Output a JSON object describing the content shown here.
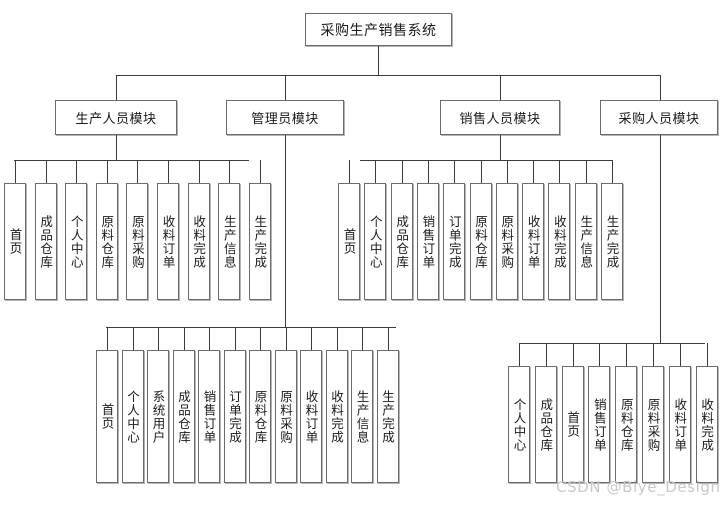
{
  "diagram": {
    "title": "采购生产销售系统",
    "root": {
      "label": "采购生产销售系统"
    },
    "modules": [
      {
        "label": "生产人员模块"
      },
      {
        "label": "管理员模块"
      },
      {
        "label": "销售人员模块"
      },
      {
        "label": "采购人员模块"
      }
    ],
    "groups": {
      "production": {
        "parent": "生产人员模块",
        "leaves": [
          "首页",
          "成品仓库",
          "个人中心",
          "原料仓库",
          "原料采购",
          "收料订单",
          "收料完成",
          "生产信息",
          "生产完成"
        ]
      },
      "sales": {
        "parent": "销售人员模块",
        "leaves": [
          "首页",
          "个人中心",
          "成品仓库",
          "销售订单",
          "订单完成",
          "原料仓库",
          "原料采购",
          "收料订单",
          "收料完成",
          "生产信息",
          "生产完成"
        ]
      },
      "admin": {
        "parent": "管理员模块",
        "leaves": [
          "首页",
          "个人中心",
          "系统用户",
          "成品仓库",
          "销售订单",
          "订单完成",
          "原料仓库",
          "原料采购",
          "收料订单",
          "收料完成",
          "生产信息",
          "生产完成"
        ]
      },
      "purchasing": {
        "parent": "采购人员模块",
        "leaves": [
          "个人中心",
          "成品仓库",
          "首页",
          "销售订单",
          "原料仓库",
          "原料采购",
          "收料订单",
          "收料完成"
        ]
      }
    },
    "watermark": "CSDN @Biye_Design",
    "colors": {
      "box_border": "#6b6b6b",
      "line": "#3b3b3b",
      "background": "#ffffff",
      "text": "#1a1a1a",
      "watermark": "#c9c9c9"
    }
  }
}
